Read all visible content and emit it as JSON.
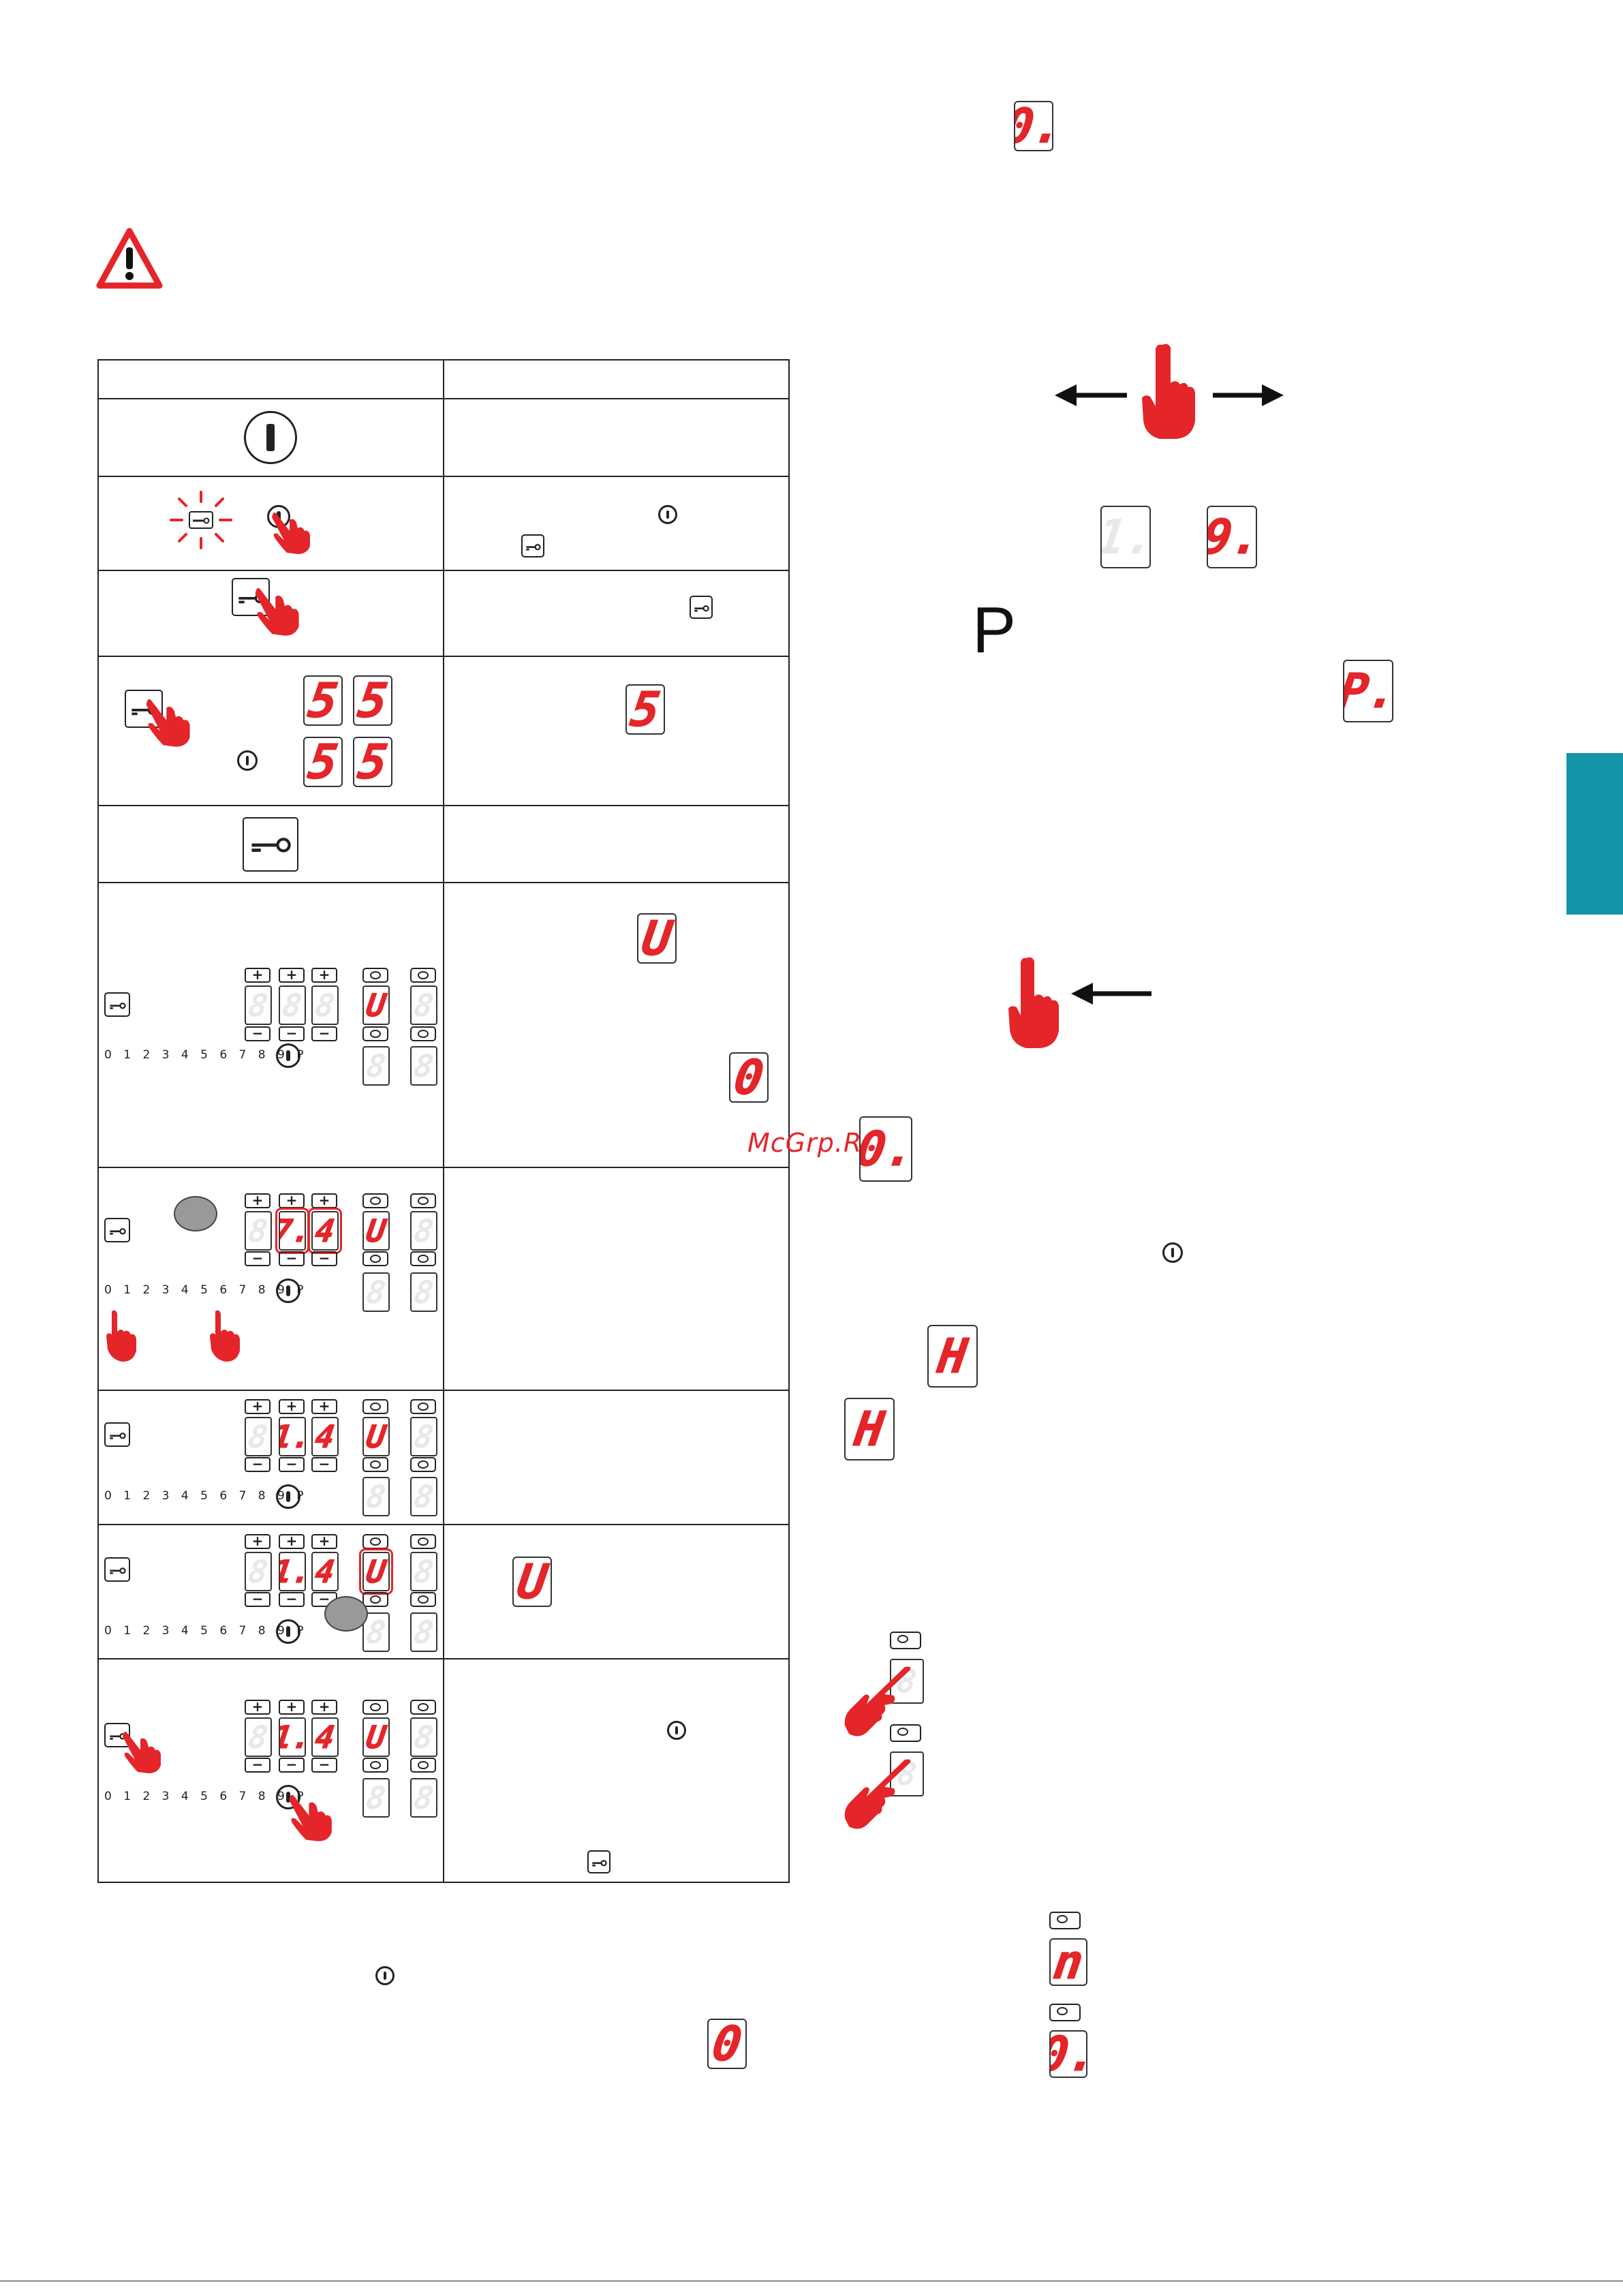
{
  "watermark": "McGrp.Ru",
  "big_letter": "P",
  "displays": {
    "top_right_0": "0.",
    "s_row4": "5",
    "s_grid4_a": "5",
    "s_grid4_b": "5",
    "s_grid4_c": "5",
    "s_grid4_d": "5",
    "u_row6": "U",
    "zero_row6": "0",
    "seg_1": "1.",
    "seg_9": "9.",
    "seg_p": "P.",
    "seg_0_mid": "0.",
    "seg_h1": "H",
    "seg_h2": "H",
    "seg_u_row10": "U",
    "seg_0_bottom": "0",
    "seg_n": "n",
    "seg_0_br": "0.",
    "val_74": "7.",
    "val_74b": "4",
    "val_14": "1.",
    "val_14b": "4",
    "u": "U",
    "ghost": "8"
  },
  "scale_label": "0 1 2 3 4 5 6 7 8 9 P",
  "colors": {
    "accent": "#e42529",
    "tab": "#1593a8"
  }
}
